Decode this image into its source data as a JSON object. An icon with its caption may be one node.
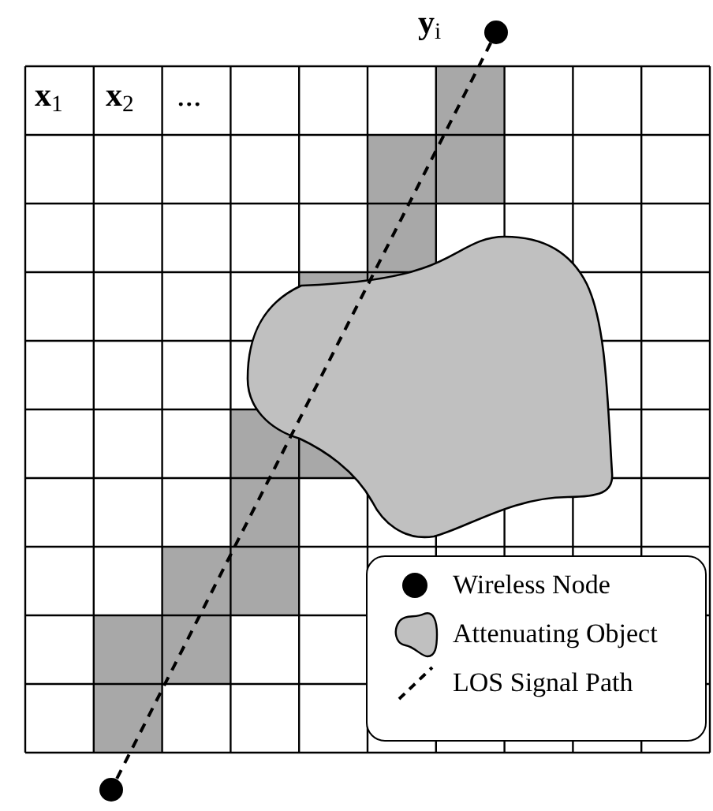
{
  "diagram": {
    "nodes": [
      {
        "text": [],
        "shape": "circle",
        "beside": [
          "**y**$_{i}$"
        ]
      },
      {
        "text": [],
        "shape": "circle"
      }
    ],
    "edges": [
      {
        "from": 0,
        "to": 1,
        "arrow": "none",
        "style": "dashed"
      }
    ],
    "labels": [
      "**x**$_{1}$",
      "**x**$_{2}$",
      "..."
    ],
    "legend": [
      {
        "text": "Wireless Node"
      },
      {
        "text": "Attenuating Object"
      },
      {
        "text": "LOS Signal Path"
      }
    ]
  }
}
